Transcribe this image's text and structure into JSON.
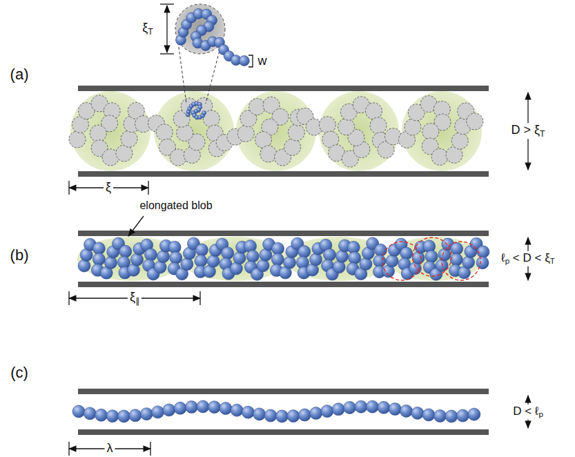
{
  "diagram": {
    "labels": [
      "ξT",
      "w",
      "(a)",
      "D > ξT",
      "ξ",
      "elongated blob",
      "(b)",
      "ξ∥",
      "ℓp < D < ξT",
      "(c)",
      "D < ℓp",
      "λ"
    ]
  }
}
